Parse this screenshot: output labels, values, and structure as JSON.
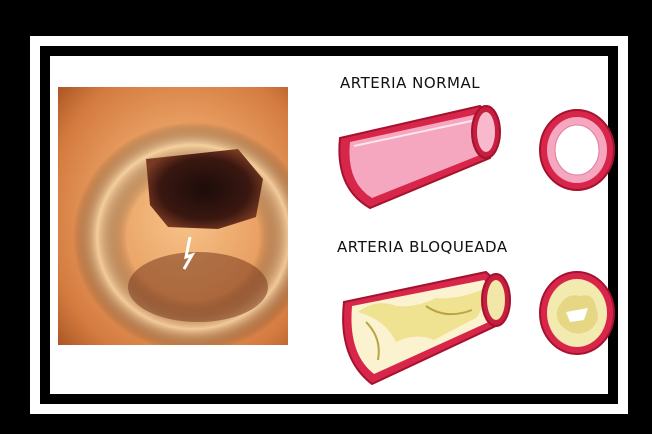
{
  "figure": {
    "label_normal": "ARTERIA NORMAL",
    "label_blocked": "ARTERIA BLOQUEADA"
  },
  "icons": {
    "photo": "artery-endoscopy-photo",
    "normal_long": "normal-artery-longitudinal-icon",
    "normal_cross": "normal-artery-cross-section-icon",
    "blocked_long": "blocked-artery-longitudinal-icon",
    "blocked_cross": "blocked-artery-cross-section-icon"
  },
  "colors": {
    "frame": "#000000",
    "vessel_wall": "#d8264a",
    "vessel_inner": "#f4a7bf",
    "plaque": "#f3eab0"
  }
}
